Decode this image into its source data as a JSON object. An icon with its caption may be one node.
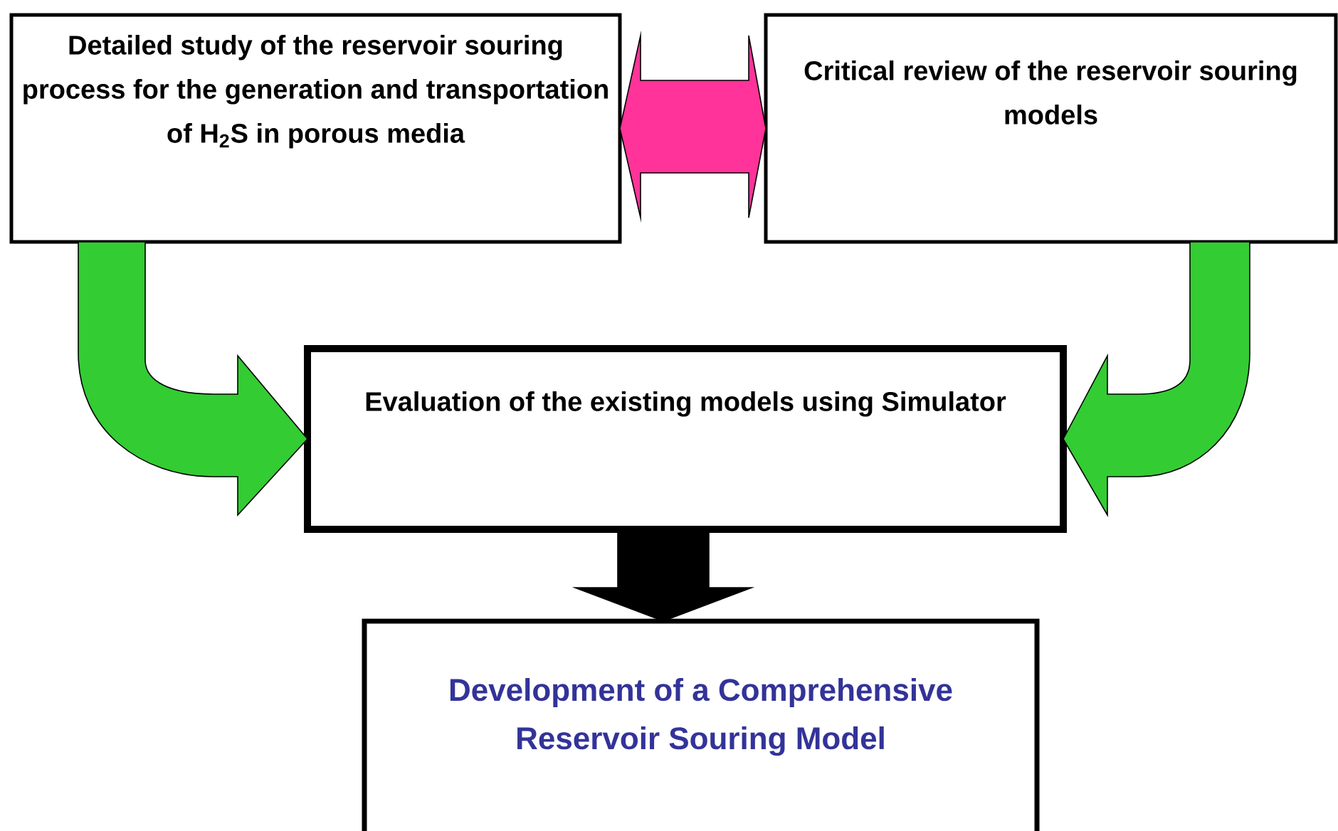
{
  "diagram": {
    "nodes": [
      {
        "text": [
          "Detailed study of the reservoir souring process for the generation and transportation of H$_{2}$S in porous media"
        ]
      },
      {
        "text": [
          "Critical review of the reservoir souring models"
        ]
      },
      {
        "text": [
          "Evaluation of the existing models using Simulator"
        ]
      },
      {
        "text": [
          "Development of a Comprehensive Reservoir Souring Model"
        ]
      }
    ],
    "edges": [
      {
        "from": 0,
        "to": 1,
        "arrow": "both",
        "color": "#ff3399"
      },
      {
        "from": 0,
        "to": 2,
        "arrow": "to"
      },
      {
        "from": 1,
        "to": 2,
        "arrow": "to"
      },
      {
        "from": 2,
        "to": 3,
        "arrow": "to",
        "color": "#000000"
      }
    ]
  }
}
